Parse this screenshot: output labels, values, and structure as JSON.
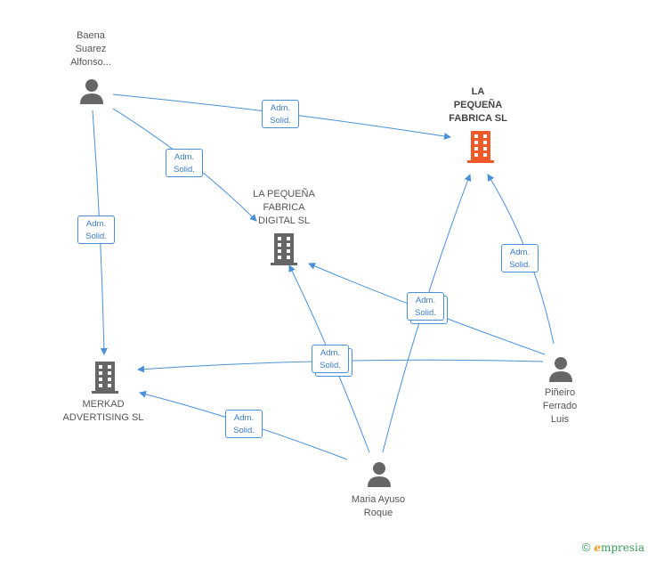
{
  "nodes": {
    "baena": {
      "label": "Baena\nSuarez\nAlfonso..."
    },
    "la_pequena_fabrica": {
      "label": "LA\nPEQUEÑA\nFABRICA SL"
    },
    "la_pequena_digital": {
      "label": "LA PEQUEÑA\nFABRICA\nDIGITAL SL"
    },
    "merkad": {
      "label": "MERKAD\nADVERTISING SL"
    },
    "pineiro": {
      "label": "Piñeiro\nFerrado\nLuis"
    },
    "maria": {
      "label": "Maria Ayuso\nRoque"
    }
  },
  "edge_labels": {
    "e1": "Adm.\nSolid.",
    "e2": "Adm.\nSolid.",
    "e3": "Adm.\nSolid.",
    "e4": "Adm.\nSolid.",
    "e5": "Adm.\nSolid.",
    "e6": "Adm.\nSolid.",
    "e7": "Adm.\nSolid."
  },
  "colors": {
    "edge": "#4a90d9",
    "company": "#666666",
    "company_main": "#f05a28",
    "person": "#666666"
  },
  "footer": {
    "copyright": "©",
    "brand_e": "e",
    "brand_rest": "mpresia"
  }
}
